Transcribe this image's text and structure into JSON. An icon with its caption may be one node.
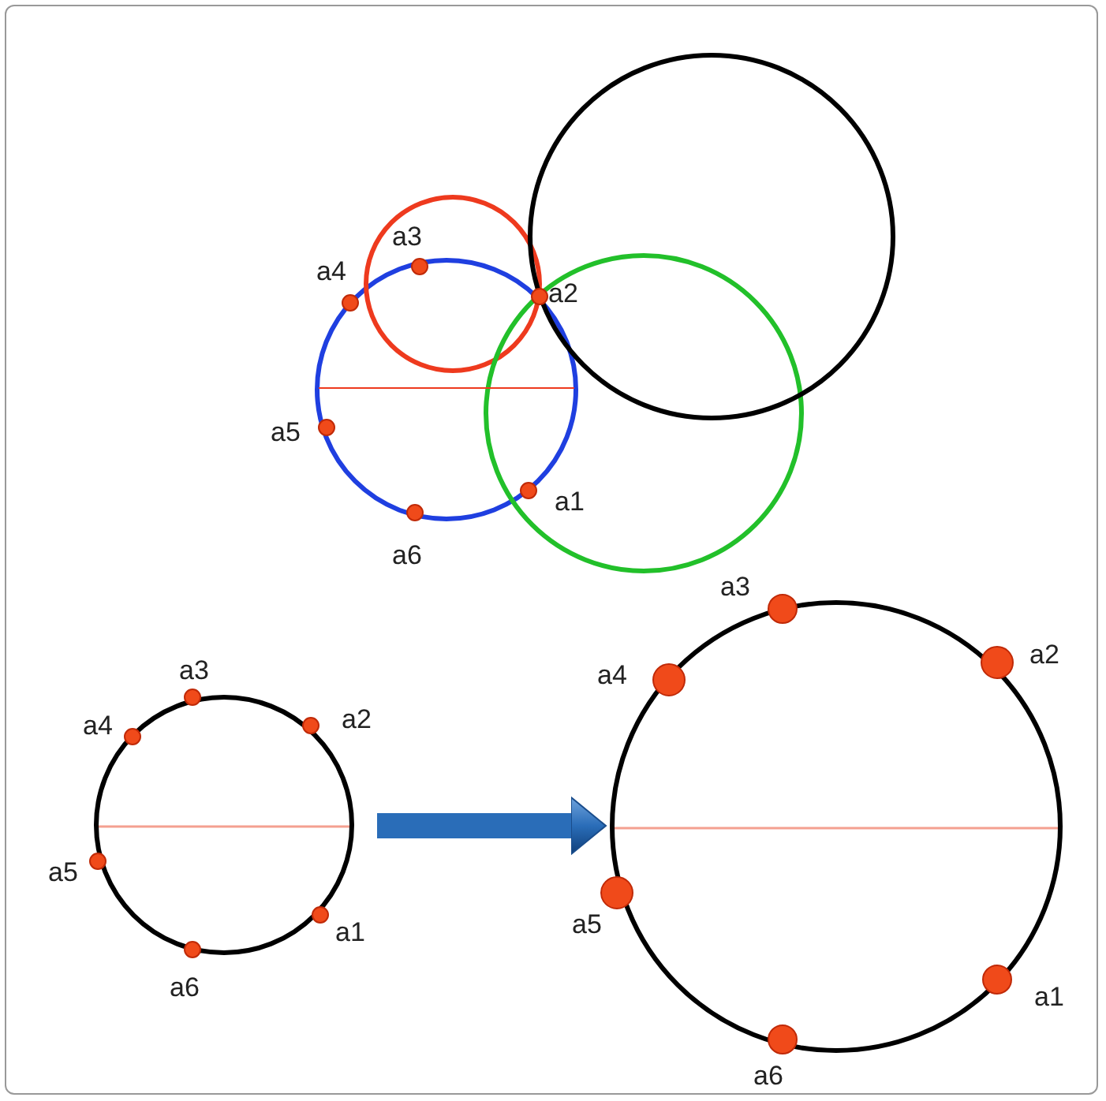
{
  "diagram": {
    "nodes": [
      {
        "text": [],
        "shape": "circle"
      },
      {
        "text": [],
        "shape": "circle"
      }
    ],
    "edges": [
      {
        "from": 0,
        "to": 1,
        "arrow": "to"
      }
    ],
    "labels": [
      "a3",
      "a4",
      "a2",
      "a5",
      "a1",
      "a6",
      "a3",
      "a4",
      "a2",
      "a5",
      "a1",
      "a6",
      "a3",
      "a4",
      "a2",
      "a5",
      "a1",
      "a6"
    ]
  }
}
